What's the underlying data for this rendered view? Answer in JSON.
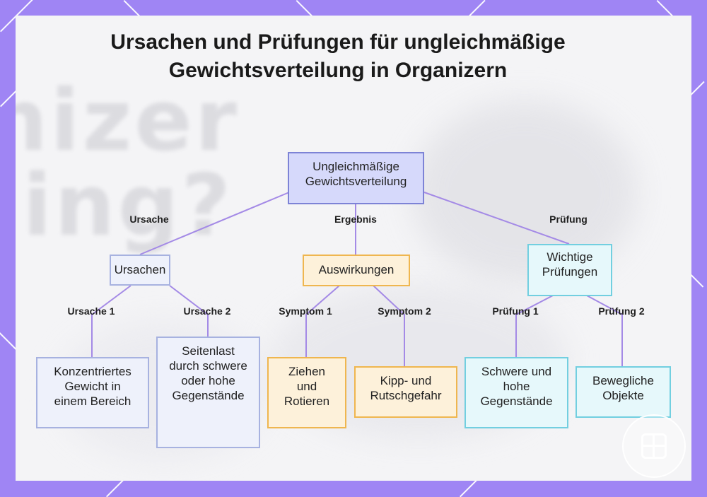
{
  "title": "Ursachen und Prüfungen für ungleichmäßige Gewichtsverteilung in Organizern",
  "nodes": {
    "root": "Ungleichmäßige Gewichtsverteilung",
    "causes": "Ursachen",
    "effects": "Auswirkungen",
    "checks": "Wichtige Prüfungen",
    "cause1": "Konzentriertes Gewicht in einem Bereich",
    "cause2": "Seitenlast durch schwere oder hohe Gegenstände",
    "symptom1": "Ziehen und Rotieren",
    "symptom2": "Kipp- und Rutschgefahr",
    "check1": "Schwere und hohe Gegenstände",
    "check2": "Bewegliche Objekte"
  },
  "edge_labels": {
    "ursache": "Ursache",
    "ergebnis": "Ergebnis",
    "pruefung": "Prüfung",
    "ursache1": "Ursache 1",
    "ursache2": "Ursache 2",
    "symptom1": "Symptom 1",
    "symptom2": "Symptom 2",
    "pruefung1": "Prüfung 1",
    "pruefung2": "Prüfung 2"
  },
  "colors": {
    "background": "#9f85f4",
    "edge": "#a48ae6",
    "root_fill": "#d6d9fb",
    "cause_fill": "#eef1fb",
    "effect_fill": "#fdf1da",
    "check_fill": "#e6f8fb"
  },
  "icons": [
    "organizer-logo-icon"
  ]
}
